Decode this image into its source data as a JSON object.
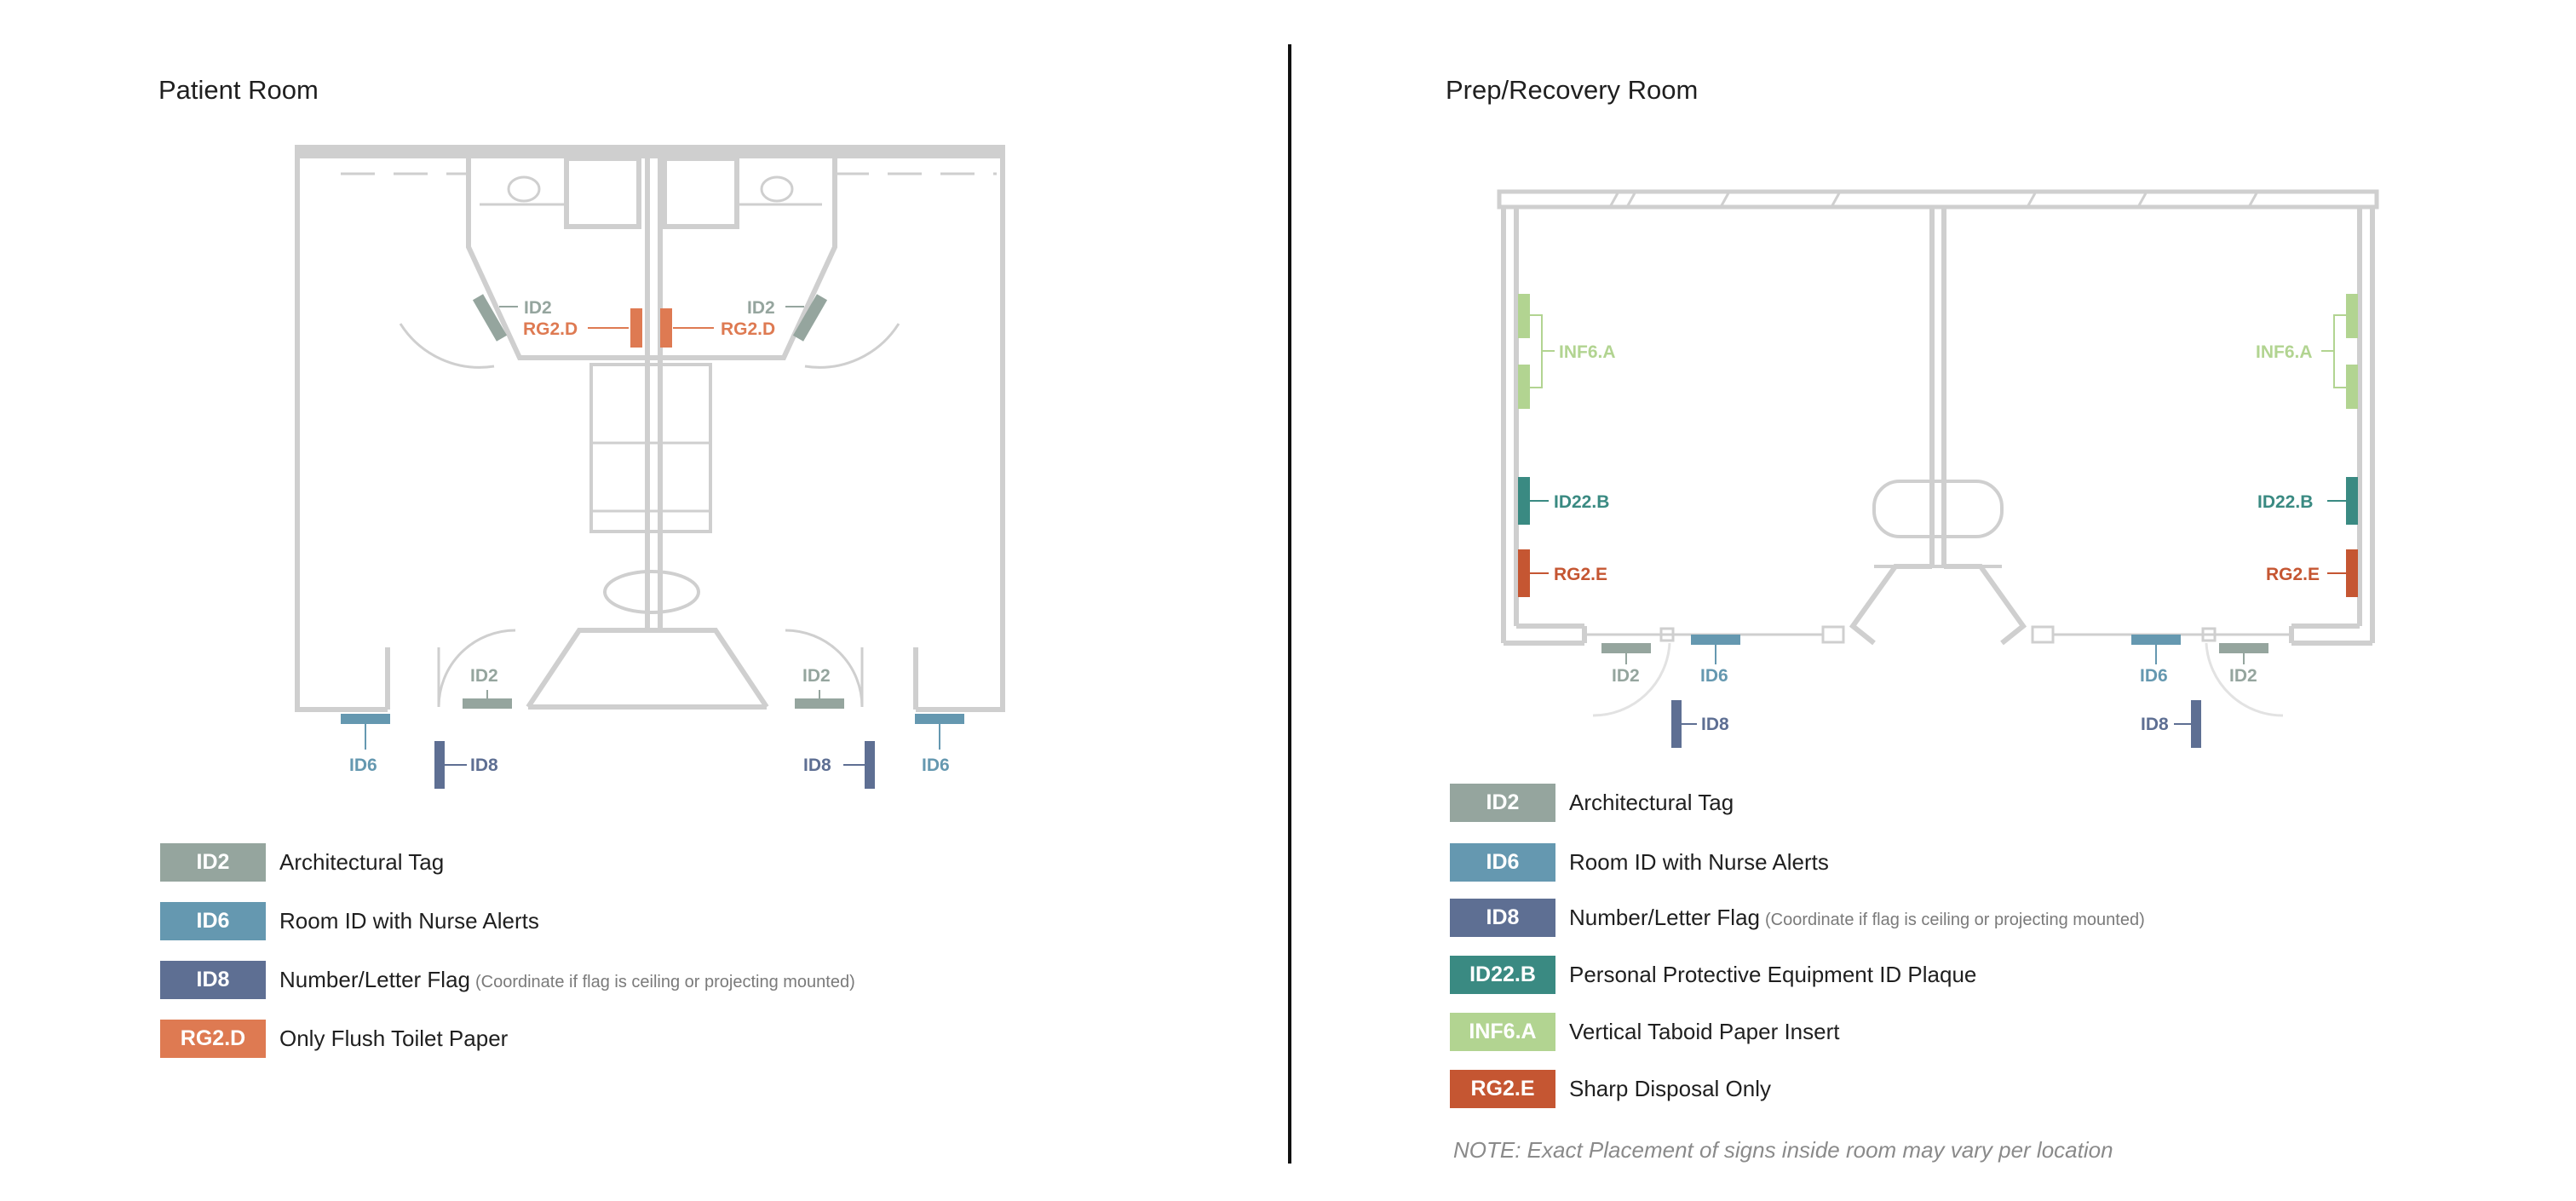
{
  "colors": {
    "ID2": "#95a59e",
    "ID6": "#6598b0",
    "ID8": "#5e6f93",
    "RG2.D": "#de7a52",
    "ID22.B": "#3a8a82",
    "INF6.A": "#b2d491",
    "RG2.E": "#c55632",
    "wall": "#cfcfcf"
  },
  "patient": {
    "title": "Patient Room",
    "labels": {
      "id2_left_top": "ID2",
      "rg2d_left": "RG2.D",
      "id2_right_top": "ID2",
      "rg2d_right": "RG2.D",
      "id2_left_bottom": "ID2",
      "id2_right_bottom": "ID2",
      "id6_left": "ID6",
      "id8_left": "ID8",
      "id8_right": "ID8",
      "id6_right": "ID6"
    },
    "legend": [
      {
        "code": "ID2",
        "label": "Architectural Tag",
        "note": ""
      },
      {
        "code": "ID6",
        "label": "Room ID with Nurse Alerts",
        "note": ""
      },
      {
        "code": "ID8",
        "label": "Number/Letter Flag",
        "note": "(Coordinate if flag is ceiling or projecting mounted)"
      },
      {
        "code": "RG2.D",
        "label": "Only Flush Toilet Paper",
        "note": ""
      }
    ]
  },
  "prep": {
    "title": "Prep/Recovery Room",
    "labels": {
      "inf6a_left": "INF6.A",
      "id22b_left": "ID22.B",
      "rg2e_left": "RG2.E",
      "inf6a_right": "INF6.A",
      "id22b_right": "ID22.B",
      "rg2e_right": "RG2.E",
      "id2_left": "ID2",
      "id6_left": "ID6",
      "id8_left": "ID8",
      "id6_right": "ID6",
      "id2_right": "ID2",
      "id8_right": "ID8"
    },
    "legend": [
      {
        "code": "ID2",
        "label": "Architectural Tag",
        "note": ""
      },
      {
        "code": "ID6",
        "label": "Room ID with Nurse Alerts",
        "note": ""
      },
      {
        "code": "ID8",
        "label": "Number/Letter Flag",
        "note": "(Coordinate if flag is ceiling or projecting mounted)"
      },
      {
        "code": "ID22.B",
        "label": "Personal Protective Equipment ID Plaque",
        "note": ""
      },
      {
        "code": "INF6.A",
        "label": "Vertical Taboid Paper Insert",
        "note": ""
      },
      {
        "code": "RG2.E",
        "label": "Sharp Disposal Only",
        "note": ""
      }
    ],
    "note": "NOTE: Exact Placement of signs inside room may vary per location"
  }
}
